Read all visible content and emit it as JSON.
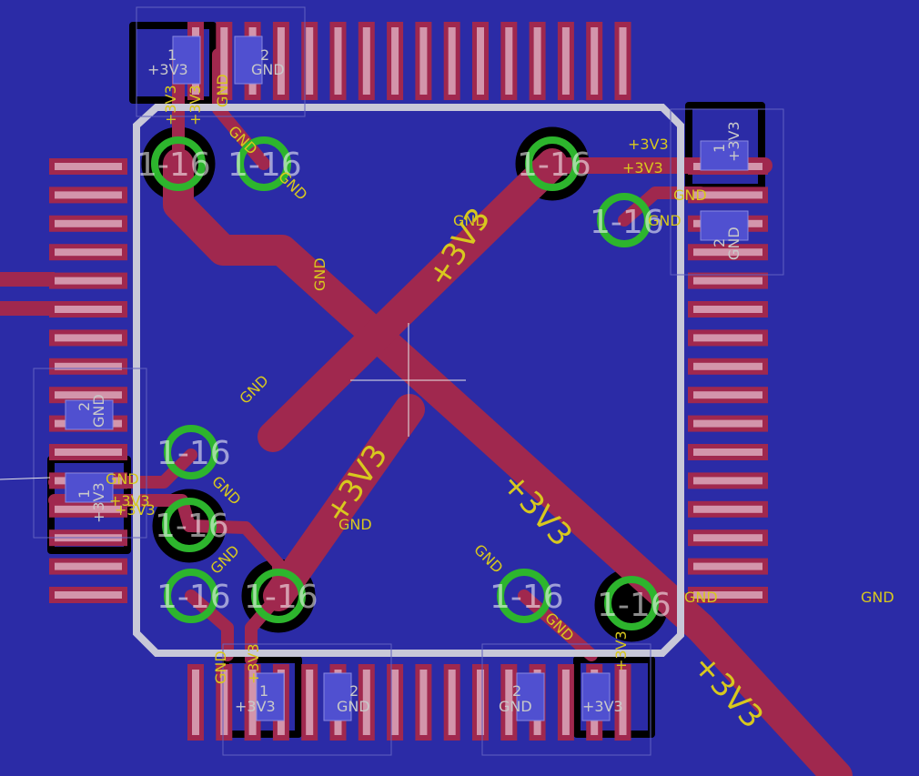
{
  "colors": {
    "background": "#2b2ba6",
    "top_copper": "#a0284e",
    "pad_highlight": "#dca8bc",
    "via_ring": "#2db52d",
    "silkscreen": "#c8c8d8",
    "label_text": "#d8c81e"
  },
  "board": {
    "net_plus": "+3V3",
    "net_gnd": "GND",
    "via_label": "1-16",
    "pad_one": "1",
    "pad_two": "2"
  }
}
